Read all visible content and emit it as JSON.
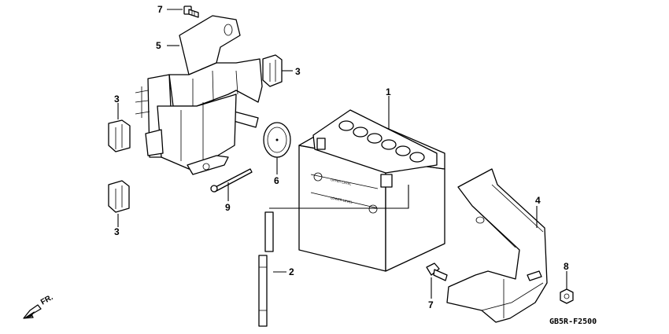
{
  "callouts": {
    "c1": "1",
    "c2": "2",
    "c3a": "3",
    "c3b": "3",
    "c3c": "3",
    "c4": "4",
    "c5": "5",
    "c6": "6",
    "c7a": "7",
    "c7b": "7",
    "c8": "8",
    "c9": "9"
  },
  "diagram_code": "GB5R-F2500",
  "direction_label": "FR.",
  "battery_labels": {
    "upper": "UPPER LEVEL",
    "lower": "LOWER LEVEL"
  }
}
